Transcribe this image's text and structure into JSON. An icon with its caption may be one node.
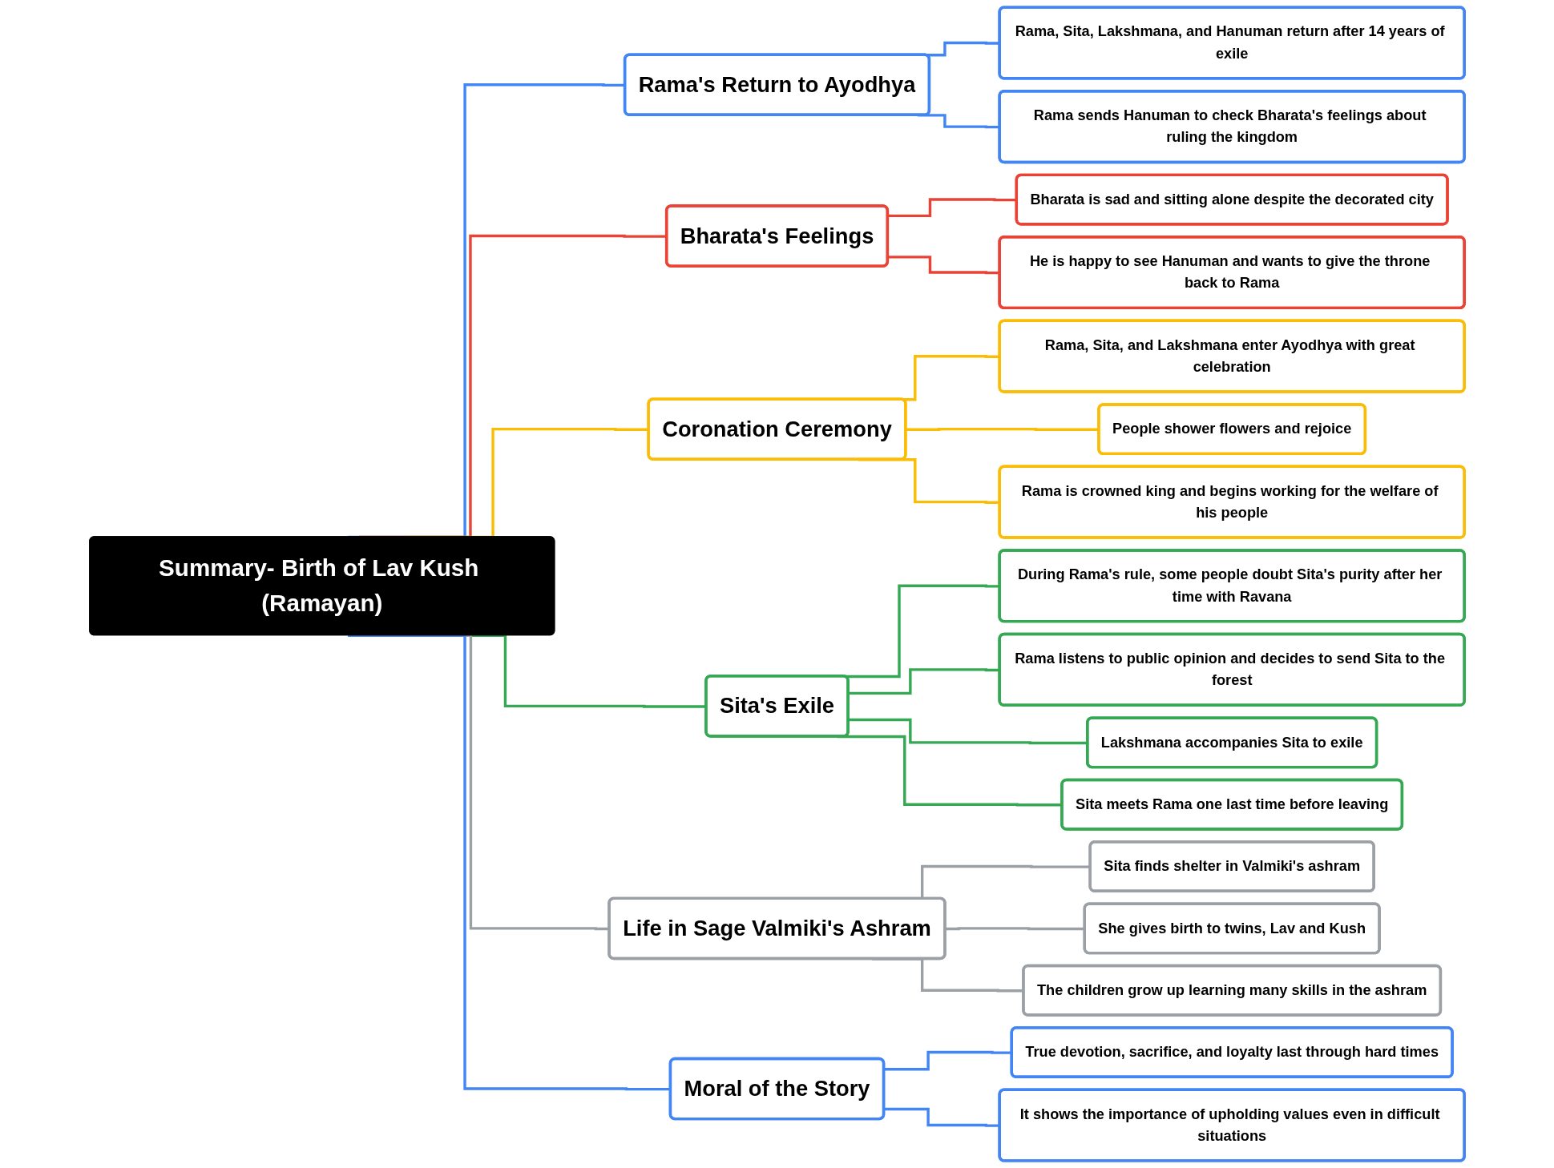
{
  "diagram": {
    "nodes": [
      {
        "text": [
          "Summary- Birth of Lav Kush (Ramayan)"
        ]
      },
      {
        "text": [
          "Rama's Return to Ayodhya"
        ]
      },
      {
        "text": [
          "Rama, Sita, Lakshmana, and Hanuman return after 14 years of exile"
        ]
      },
      {
        "text": [
          "Rama sends Hanuman to check Bharata's feelings about ruling the kingdom"
        ]
      },
      {
        "text": [
          "Bharata's Feelings"
        ]
      },
      {
        "text": [
          "Bharata is sad and sitting alone despite the decorated city"
        ]
      },
      {
        "text": [
          "He is happy to see Hanuman and wants to give the throne back to Rama"
        ]
      },
      {
        "text": [
          "Coronation Ceremony"
        ]
      },
      {
        "text": [
          "Rama, Sita, and Lakshmana enter Ayodhya with great celebration"
        ]
      },
      {
        "text": [
          "People shower flowers and rejoice"
        ]
      },
      {
        "text": [
          "Rama is crowned king and begins working for the welfare of his people"
        ]
      },
      {
        "text": [
          "Sita's Exile"
        ]
      },
      {
        "text": [
          "During Rama's rule, some people doubt Sita's purity after her time with Ravana"
        ]
      },
      {
        "text": [
          "Rama listens to public opinion and decides to send Sita to the forest"
        ]
      },
      {
        "text": [
          "Lakshmana accompanies Sita to exile"
        ]
      },
      {
        "text": [
          "Sita meets Rama one last time before leaving"
        ]
      },
      {
        "text": [
          "Life in Sage Valmiki's Ashram"
        ]
      },
      {
        "text": [
          "Sita finds shelter in Valmiki's ashram"
        ]
      },
      {
        "text": [
          "She gives birth to twins, Lav and Kush"
        ]
      },
      {
        "text": [
          "The children grow up learning many skills in the ashram"
        ]
      },
      {
        "text": [
          "Moral of the Story"
        ]
      },
      {
        "text": [
          "True devotion, sacrifice, and loyalty last through hard times"
        ]
      },
      {
        "text": [
          "It shows the importance of upholding values even in difficult situations"
        ]
      }
    ],
    "edges": [
      {
        "from": 0,
        "to": 1,
        "arrow": "none"
      },
      {
        "from": 1,
        "to": 2,
        "arrow": "none"
      },
      {
        "from": 1,
        "to": 3,
        "arrow": "none"
      },
      {
        "from": 0,
        "to": 4,
        "arrow": "none",
        "color": "#ea4335"
      },
      {
        "from": 4,
        "to": 5,
        "arrow": "none",
        "color": "#ea4335"
      },
      {
        "from": 4,
        "to": 6,
        "arrow": "none",
        "color": "#ea4335"
      },
      {
        "from": 0,
        "to": 7,
        "arrow": "none",
        "color": "#fbbc05"
      },
      {
        "from": 7,
        "to": 8,
        "arrow": "none",
        "color": "#fbbc05"
      },
      {
        "from": 7,
        "to": 9,
        "arrow": "none",
        "color": "#fbbc05"
      },
      {
        "from": 7,
        "to": 10,
        "arrow": "none",
        "color": "#fbbc05"
      },
      {
        "from": 0,
        "to": 11,
        "arrow": "none",
        "color": "#34a853"
      },
      {
        "from": 11,
        "to": 12,
        "arrow": "none",
        "color": "#34a853"
      },
      {
        "from": 11,
        "to": 13,
        "arrow": "none",
        "color": "#34a853"
      },
      {
        "from": 11,
        "to": 14,
        "arrow": "none",
        "color": "#34a853"
      },
      {
        "from": 11,
        "to": 15,
        "arrow": "none",
        "color": "#34a853"
      },
      {
        "from": 0,
        "to": 16,
        "arrow": "none",
        "color": "#9aa0a6"
      },
      {
        "from": 16,
        "to": 17,
        "arrow": "none",
        "color": "#9aa0a6"
      },
      {
        "from": 16,
        "to": 18,
        "arrow": "none",
        "color": "#9aa0a6"
      },
      {
        "from": 16,
        "to": 19,
        "arrow": "none",
        "color": "#9aa0a6"
      },
      {
        "from": 0,
        "to": 20,
        "arrow": "none"
      },
      {
        "from": 20,
        "to": 21,
        "arrow": "none"
      },
      {
        "from": 20,
        "to": 22,
        "arrow": "none"
      }
    ]
  }
}
